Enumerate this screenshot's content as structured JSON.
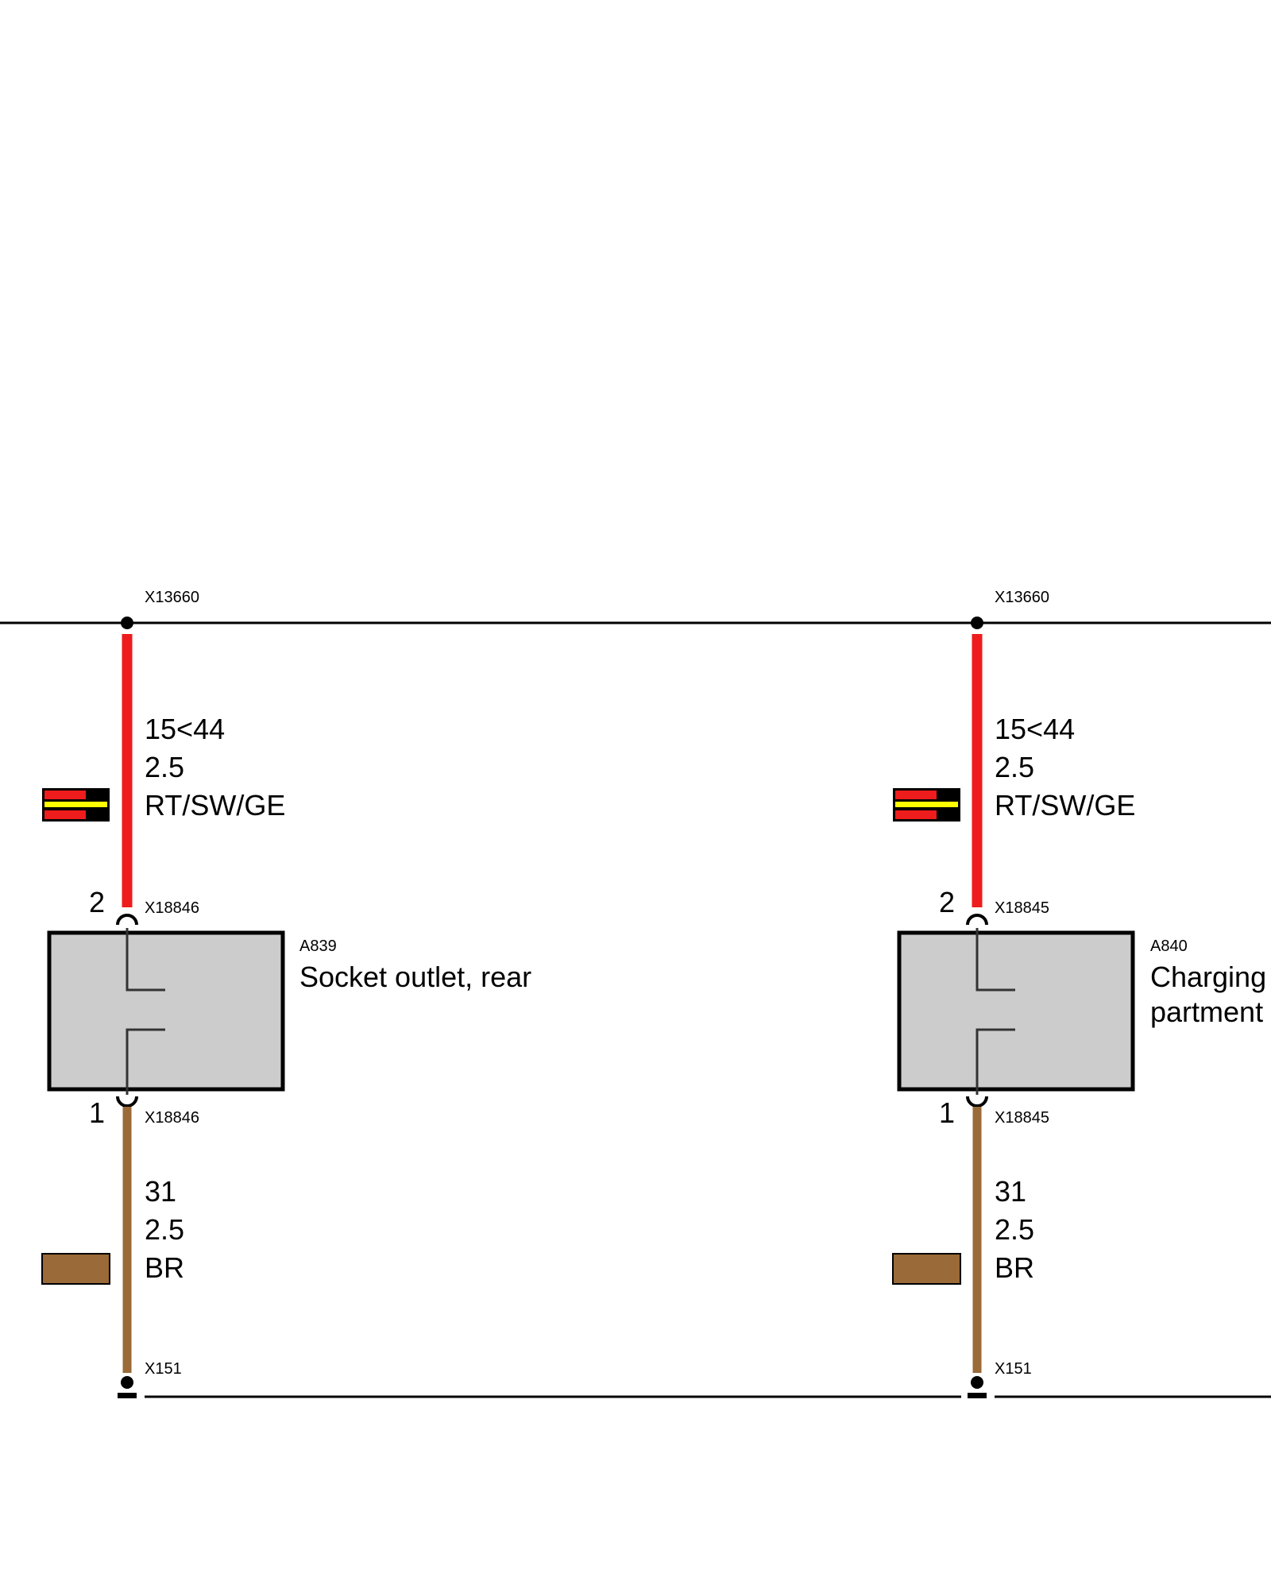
{
  "colors": {
    "wire_red": "#ee1c1c",
    "wire_brown": "#9a6a38",
    "wire_yellow": "#ffff00",
    "component_fill": "#cccccc",
    "line": "#000000"
  },
  "circuits": [
    {
      "top_connector": "X13660",
      "supply_wire": {
        "terminal": "15<44",
        "gauge": "2.5",
        "color_code": "RT/SW/GE"
      },
      "pin_top": "2",
      "connector_top": "X18846",
      "component": {
        "id": "A839",
        "name_line1": "Socket outlet, rear",
        "name_line2": ""
      },
      "pin_bottom": "1",
      "connector_bottom": "X18846",
      "ground_wire": {
        "terminal": "31",
        "gauge": "2.5",
        "color_code": "BR"
      },
      "bottom_connector": "X151"
    },
    {
      "top_connector": "X13660",
      "supply_wire": {
        "terminal": "15<44",
        "gauge": "2.5",
        "color_code": "RT/SW/GE"
      },
      "pin_top": "2",
      "connector_top": "X18845",
      "component": {
        "id": "A840",
        "name_line1": "Charging",
        "name_line2": "partment"
      },
      "pin_bottom": "1",
      "connector_bottom": "X18845",
      "ground_wire": {
        "terminal": "31",
        "gauge": "2.5",
        "color_code": "BR"
      },
      "bottom_connector": "X151"
    }
  ]
}
